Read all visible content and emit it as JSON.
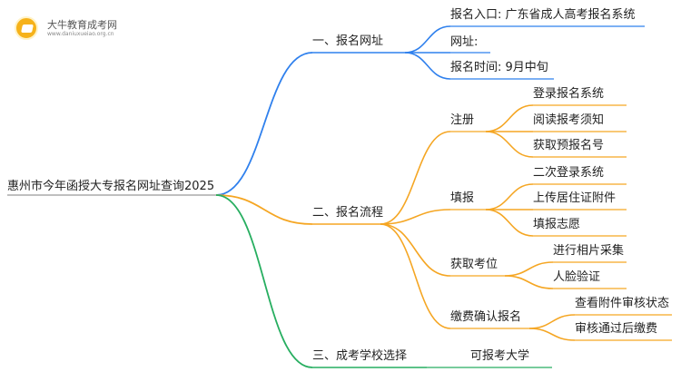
{
  "logo": {
    "name": "大牛教育成考网",
    "url": "www.daniuxueiao.org.cn"
  },
  "mindmap": {
    "root": "惠州市今年函授大专报名网址查询2025",
    "branches": [
      {
        "label": "一、报名网址",
        "color": "#2f80ed",
        "children": [
          {
            "label": "报名入口: 广东省成人高考报名系统"
          },
          {
            "label": "网址:"
          },
          {
            "label": "报名时间: 9月中旬"
          }
        ]
      },
      {
        "label": "二、报名流程",
        "color": "#f5a623",
        "children": [
          {
            "label": "注册",
            "children": [
              "登录报名系统",
              "阅读报考须知",
              "获取预报名号"
            ]
          },
          {
            "label": "填报",
            "children": [
              "二次登录系统",
              "上传居住证附件",
              "填报志愿"
            ]
          },
          {
            "label": "获取考位",
            "children": [
              "进行相片采集",
              "人脸验证"
            ]
          },
          {
            "label": "缴费确认报名",
            "children": [
              "查看附件审核状态",
              "审核通过后缴费"
            ]
          }
        ]
      },
      {
        "label": "三、成考学校选择",
        "color": "#27ae60",
        "children": [
          {
            "label": "可报考大学"
          }
        ]
      }
    ]
  }
}
